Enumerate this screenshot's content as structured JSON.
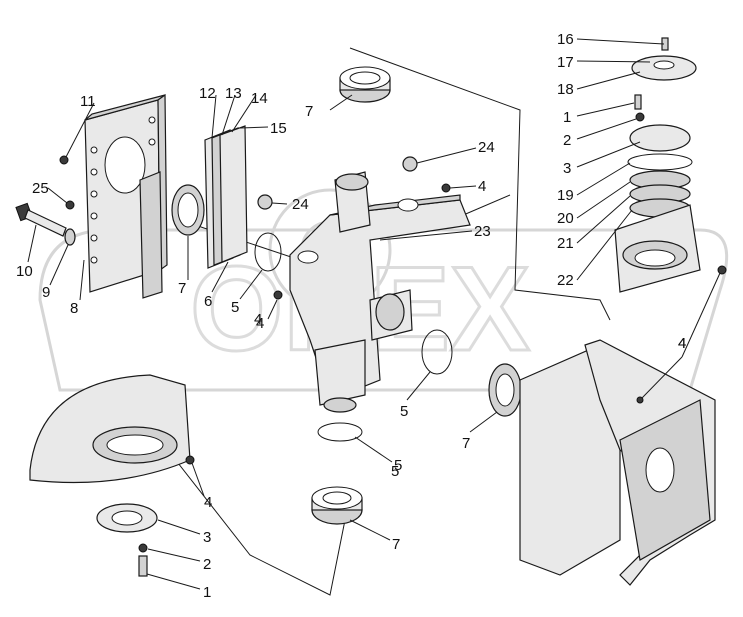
{
  "callouts": [
    "16",
    "17",
    "18",
    "1",
    "2",
    "3",
    "19",
    "20",
    "21",
    "22",
    "11",
    "12",
    "13",
    "14",
    "15",
    "25",
    "10",
    "9",
    "8",
    "7",
    "6",
    "5",
    "4",
    "24",
    "23",
    "7",
    "4",
    "24",
    "5",
    "4",
    "5",
    "7",
    "4",
    "5",
    "7",
    "4",
    "3",
    "2",
    "1",
    "4"
  ],
  "watermark": "OREX"
}
